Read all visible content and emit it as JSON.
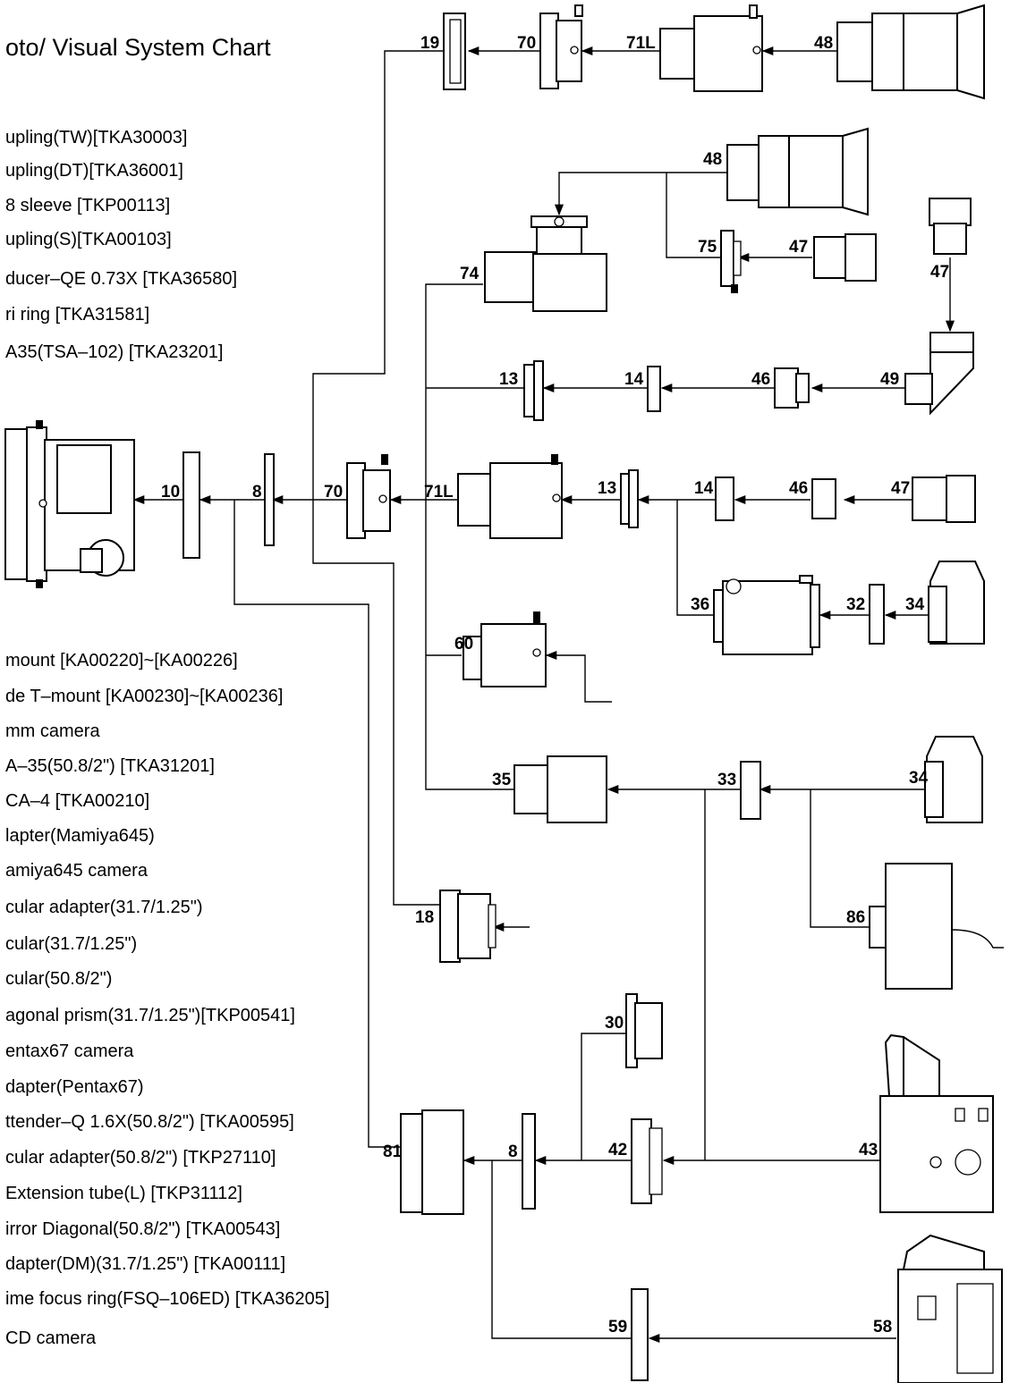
{
  "title": "oto/ Visual System Chart",
  "legend_top": [
    "upling(TW)[TKA30003]",
    "upling(DT)[TKA36001]",
    "8 sleeve [TKP00113]",
    "upling(S)[TKA00103]",
    "ducer–QE 0.73X [TKA36580]",
    "ri ring [TKA31581]",
    "A35(TSA–102) [TKA23201]"
  ],
  "legend_bottom": [
    "mount [KA00220]~[KA00226]",
    "de T–mount [KA00230]~[KA00236]",
    "mm camera",
    "A–35(50.8/2\") [TKA31201]",
    "CA–4 [TKA00210]",
    "lapter(Mamiya645)",
    "amiya645 camera",
    "cular adapter(31.7/1.25\")",
    "cular(31.7/1.25\")",
    "cular(50.8/2\")",
    "agonal prism(31.7/1.25\")[TKP00541]",
    "entax67 camera",
    "dapter(Pentax67)",
    "ttender–Q 1.6X(50.8/2\") [TKA00595]",
    "cular adapter(50.8/2\") [TKP27110]",
    "Extension tube(L) [TKP31112]",
    "irror Diagonal(50.8/2\") [TKA00543]",
    "dapter(DM)(31.7/1.25\") [TKA00111]",
    "ime focus ring(FSQ–106ED) [TKA36205]",
    "CD camera"
  ],
  "part_numbers": {
    "p19": "19",
    "p70a": "70",
    "p71La": "71L",
    "p48a": "48",
    "p48b": "48",
    "p75": "75",
    "p47a": "47",
    "p47b": "47",
    "p74": "74",
    "p13a": "13",
    "p14a": "14",
    "p46a": "46",
    "p49": "49",
    "p10": "10",
    "p8a": "8",
    "p70b": "70",
    "p71Lb": "71L",
    "p13b": "13",
    "p14b": "14",
    "p46b": "46",
    "p47c": "47",
    "p36": "36",
    "p32": "32",
    "p34a": "34",
    "p60": "60",
    "p35": "35",
    "p33": "33",
    "p34b": "34",
    "p18": "18",
    "p86": "86",
    "p30": "30",
    "p81": "81",
    "p8b": "8",
    "p42": "42",
    "p43": "43",
    "p59": "59",
    "p58": "58"
  }
}
